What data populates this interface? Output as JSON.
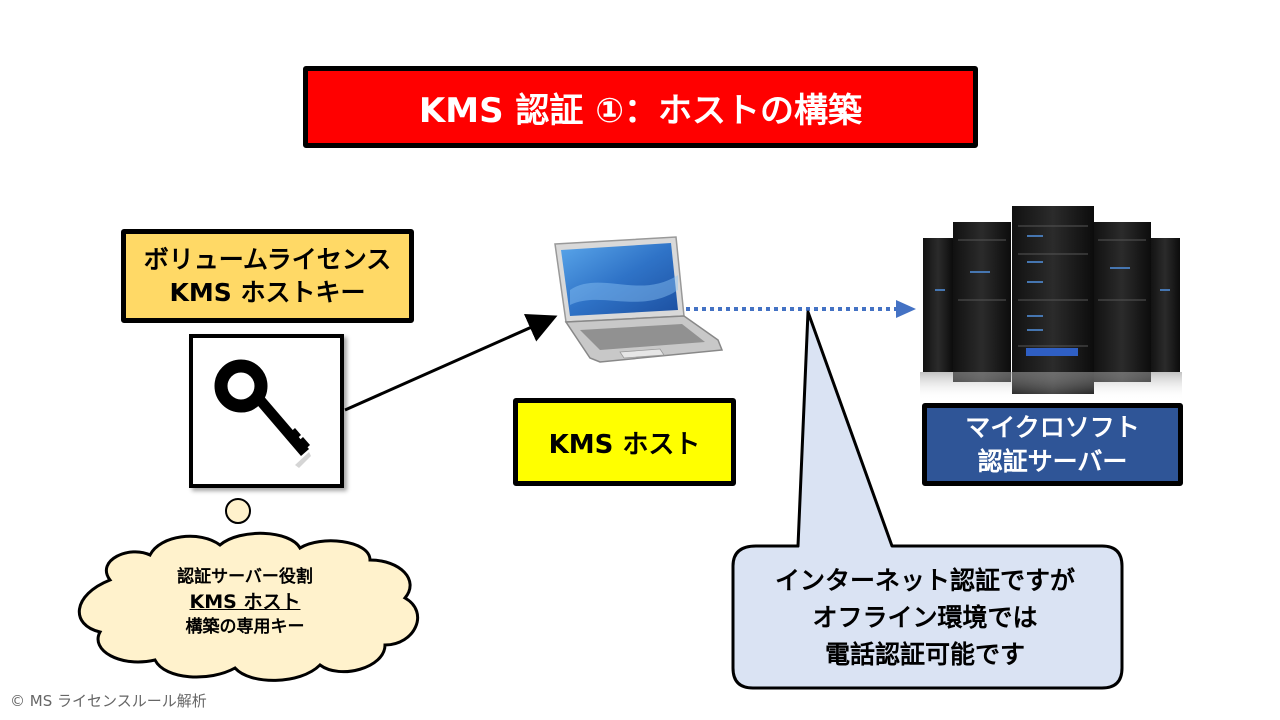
{
  "title": "KMS 認証 ①：ホストの構築",
  "volume_license_label": {
    "lines": [
      "ボリュームライセンス",
      "KMS ホストキー"
    ]
  },
  "kms_host_label": "KMS ホスト",
  "ms_server_label": {
    "lines": [
      "マイクロソフト",
      "認証サーバー"
    ]
  },
  "thought_cloud": {
    "lines": [
      "認証サーバー役割",
      "KMS ホスト",
      "構築の専用キー"
    ]
  },
  "callout": {
    "lines": [
      "インターネット認証ですが",
      "オフライン環境では",
      "電話認証可能です"
    ]
  },
  "footer": "© MS ライセンスルール解析",
  "icons": {
    "key": "key-icon",
    "laptop": "laptop-icon",
    "servers": "server-rack-icon"
  },
  "colors": {
    "title_bg": "#ff0000",
    "volume_box_bg": "#ffd966",
    "kms_host_bg": "#ffff00",
    "server_box_bg": "#2f5597",
    "callout_bg": "#dae3f3",
    "cloud_bg": "#fff2cc",
    "dotted_arrow": "#4472c4"
  }
}
